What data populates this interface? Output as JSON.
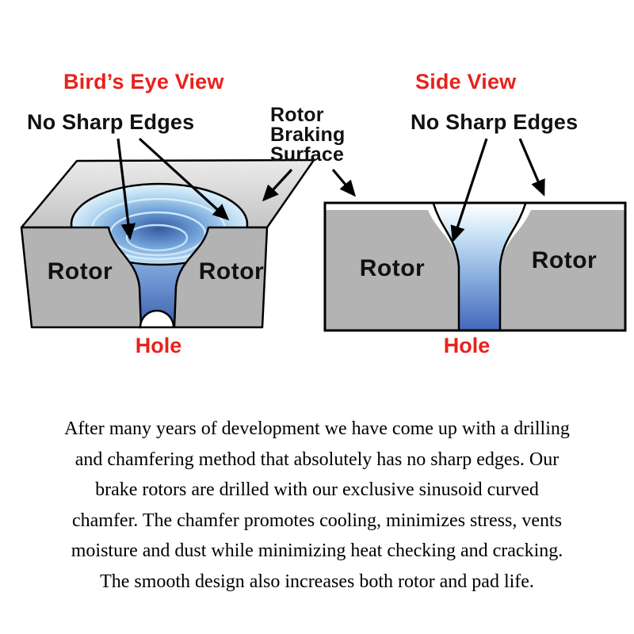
{
  "colors": {
    "accent_red": "#e8221c",
    "text_black": "#111111",
    "rotor_gray": "#b3b3b3",
    "top_surface_gray": "#d8d8d8",
    "hole_blue_light": "#d9edfb",
    "hole_blue_dark": "#4167b5"
  },
  "birds_eye": {
    "title": "Bird’s Eye View",
    "no_sharp_edges_label": "No Sharp Edges",
    "rotor_left_label": "Rotor",
    "rotor_right_label": "Rotor",
    "hole_label": "Hole"
  },
  "side_view": {
    "title": "Side View",
    "no_sharp_edges_label": "No Sharp Edges",
    "rotor_left_label": "Rotor",
    "rotor_right_label": "Rotor",
    "hole_label": "Hole"
  },
  "shared": {
    "rotor_braking_surface_label": "Rotor\nBraking\nSurface"
  },
  "caption": {
    "text": "After many years of development we have come up with a drilling\nand chamfering method that absolutely has no sharp edges.  Our\nbrake rotors are drilled with our exclusive sinusoid curved\nchamfer. The chamfer promotes cooling, minimizes stress, vents\nmoisture and dust while minimizing heat checking and cracking.\nThe smooth design also increases both rotor and pad life."
  }
}
